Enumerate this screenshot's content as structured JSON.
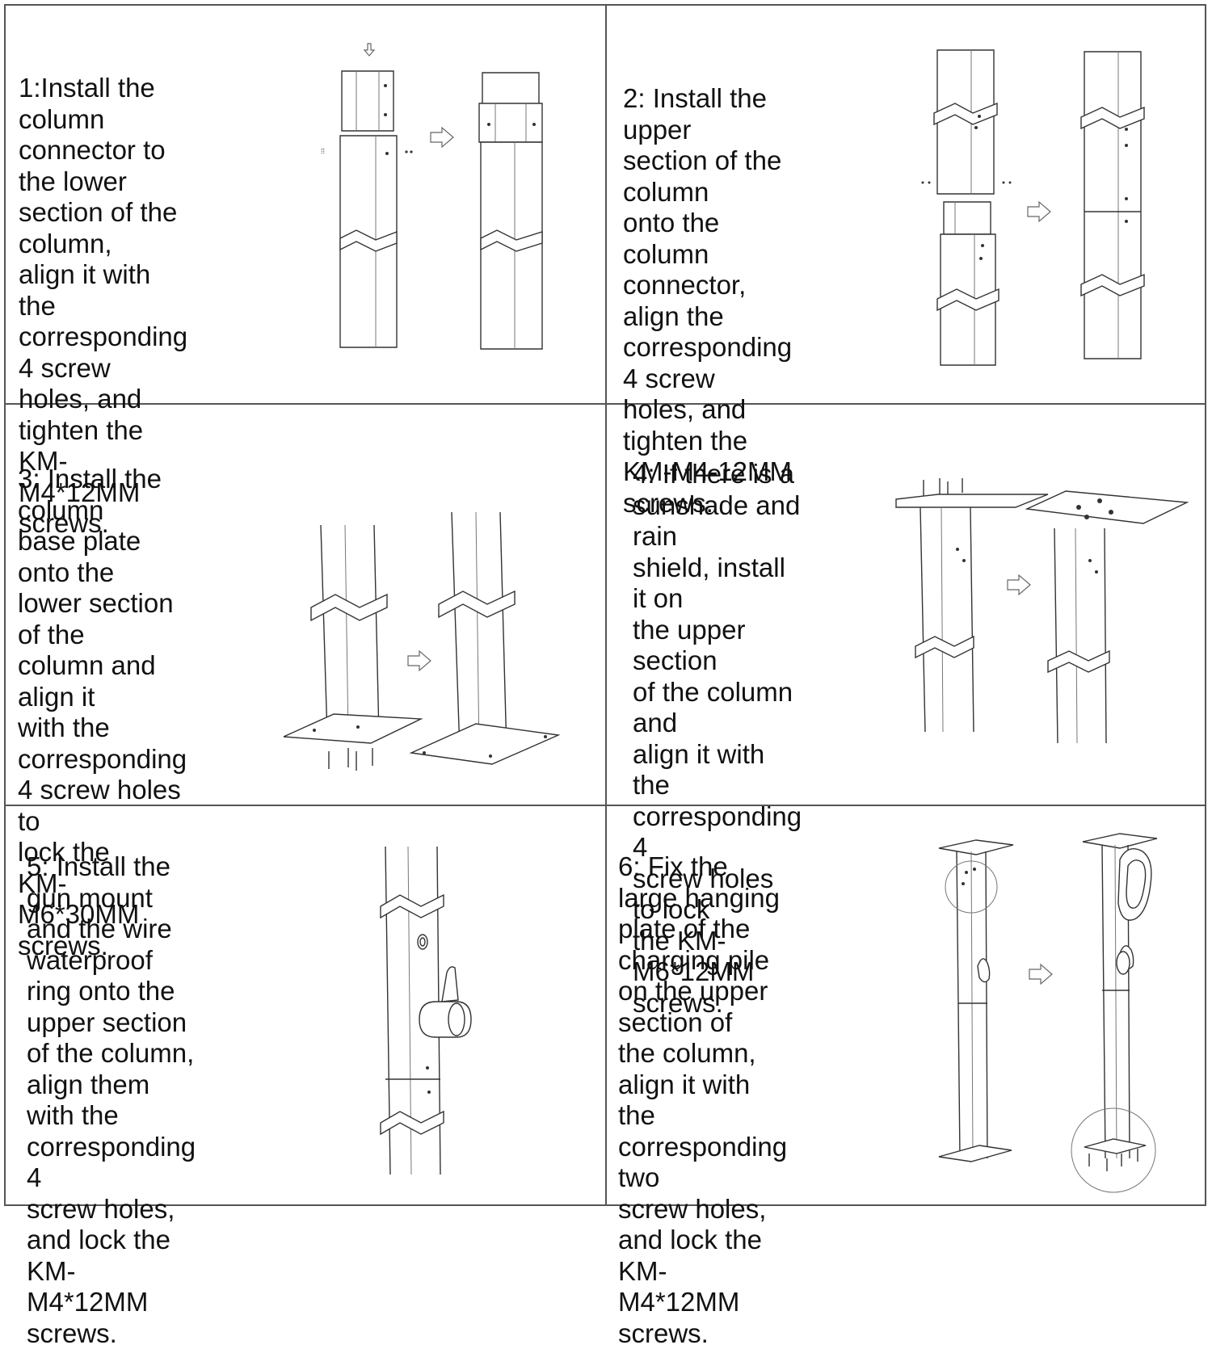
{
  "steps": [
    {
      "text": "1:Install the column\nconnector to the lower\nsection of the column,\nalign it with the\ncorresponding\n4 screw holes, and\ntighten the\nKM-M4*12MM screws."
    },
    {
      "text": "2: Install the upper\nsection of the column\nonto the column\nconnector, align the\ncorresponding 4 screw\nholes, and tighten the\nKM-M4-12MM screws."
    },
    {
      "text": "3: Install the column\nbase plate onto the\nlower section of the\ncolumn and align it\nwith the corresponding\n4 screw holes to\nlock the\nKM-M6*30MM\nscrews."
    },
    {
      "text": "4: If there is a\nsunshade and rain\nshield, install it on\nthe upper section\nof the column and\nalign it with the\ncorresponding 4\nscrew holes to lock\nthe KM-M6*12MM\nscrews."
    },
    {
      "text": "5: Install the gun mount\nand the wire waterproof\nring onto the upper section\nof the column, align them\nwith the corresponding 4\nscrew holes, and lock the\nKM-M4*12MM screws."
    },
    {
      "text": "6: Fix the large hanging\nplate of the charging pile\non the upper section of\nthe column, align it with\nthe corresponding two\nscrew holes, and lock the\nKM-M4*12MM screws."
    }
  ],
  "icons": {
    "arrow": "arrow-right-icon",
    "column": "column-section-icon",
    "base_plate": "base-plate-icon",
    "shield": "rain-shield-icon",
    "gun_mount": "gun-mount-icon",
    "charger": "charger-plate-icon"
  }
}
